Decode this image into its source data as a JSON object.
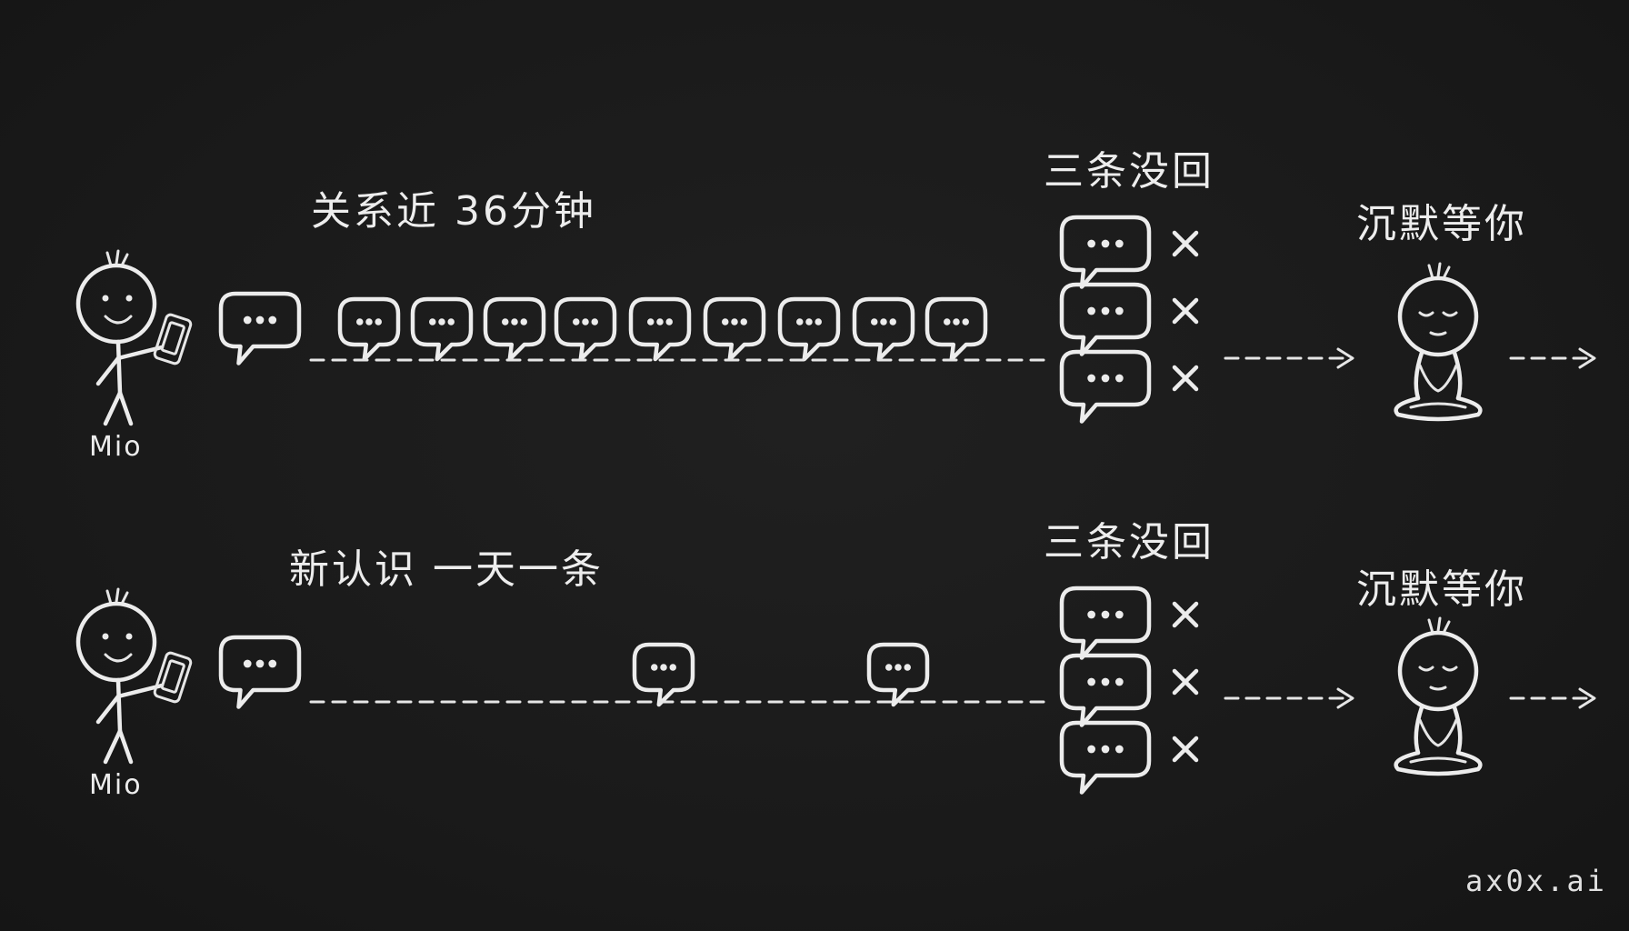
{
  "rows": [
    {
      "caption": "关系近  36分钟",
      "person_name": "Mio",
      "unanswered_label": "三条没回",
      "silence_label": "沉默等你",
      "sent_messages": 10,
      "unanswered_count": 3
    },
    {
      "caption": "新认识  一天一条",
      "person_name": "Mio",
      "unanswered_label": "三条没回",
      "silence_label": "沉默等你",
      "sent_messages": 3,
      "unanswered_count": 3
    }
  ],
  "watermark": "ax0x.ai",
  "icons": {
    "person": "stick-figure-with-phone-icon",
    "message": "speech-bubble-ellipsis-icon",
    "no_reply": "cross-mark-icon",
    "waiting": "meditating-figure-icon",
    "flow": "dashed-arrow-icon"
  },
  "colors": {
    "background": "#1b1b1b",
    "chalk": "#ececec"
  }
}
